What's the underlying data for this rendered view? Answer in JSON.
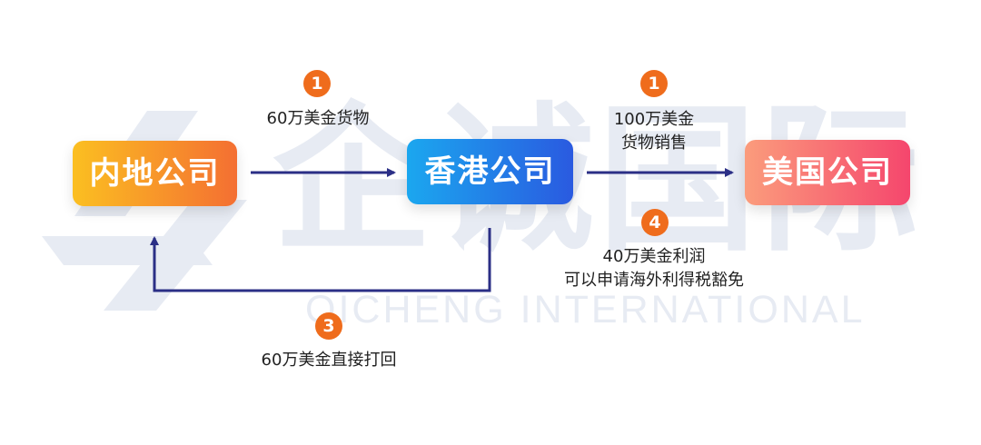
{
  "watermark": {
    "chinese": "企诚国际",
    "english": "QICHENG INTERNATIONAL"
  },
  "companies": {
    "mainland": "内地公司",
    "hongkong": "香港公司",
    "usa": "美国公司"
  },
  "steps": [
    {
      "number": "1",
      "lines": [
        "60万美金货物"
      ]
    },
    {
      "number": "1",
      "lines": [
        "100万美金",
        "货物销售"
      ]
    },
    {
      "number": "3",
      "lines": [
        "60万美金直接打回"
      ]
    },
    {
      "number": "4",
      "lines": [
        "40万美金利润",
        "可以申请海外利得税豁免"
      ]
    }
  ],
  "colors": {
    "arrow": "#2b2f86",
    "badge": "#ef6c1c",
    "mainland": [
      "#fbbf21",
      "#f46f32"
    ],
    "hongkong": [
      "#1ba7ef",
      "#2a5ae0"
    ],
    "usa": [
      "#fb9c7c",
      "#f5466d"
    ]
  }
}
